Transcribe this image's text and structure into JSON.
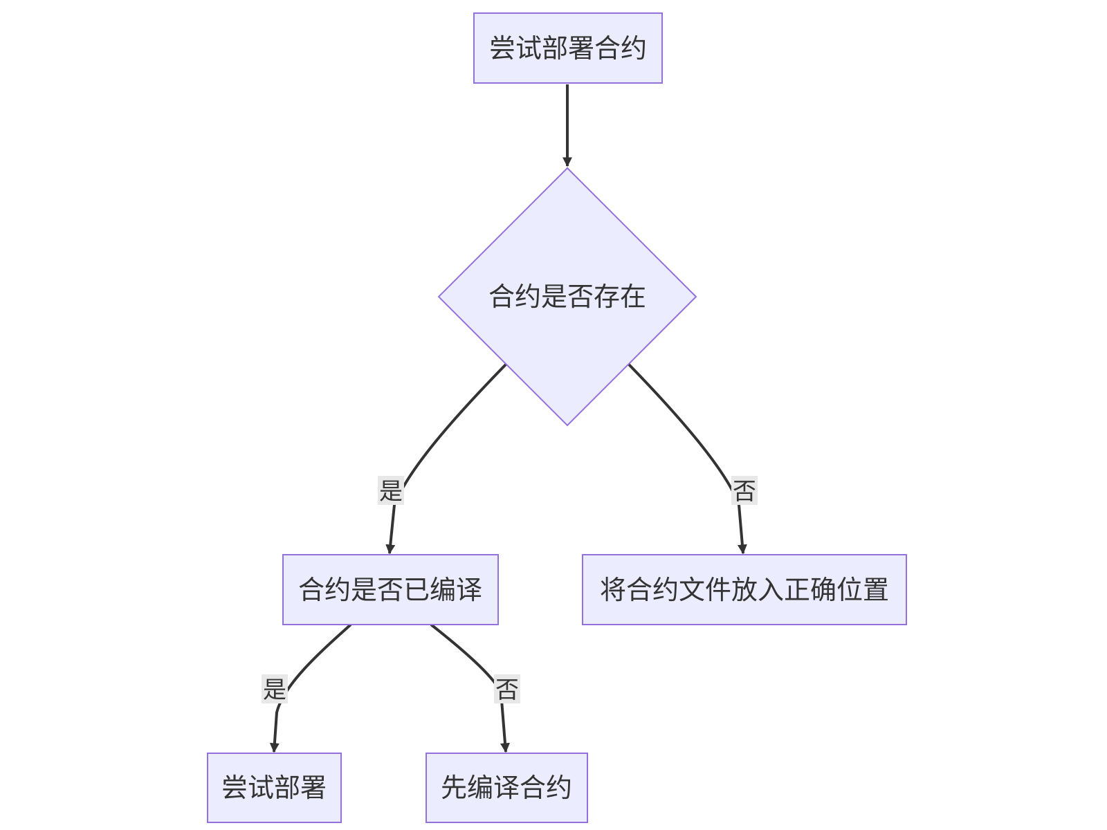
{
  "flowchart": {
    "nodes": {
      "start": {
        "label": "尝试部署合约"
      },
      "exists_check": {
        "label": "合约是否存在"
      },
      "compiled_check": {
        "label": "合约是否已编译"
      },
      "place_file": {
        "label": "将合约文件放入正确位置"
      },
      "try_deploy": {
        "label": "尝试部署"
      },
      "compile_first": {
        "label": "先编译合约"
      }
    },
    "edges": {
      "exists_yes": {
        "label": "是"
      },
      "exists_no": {
        "label": "否"
      },
      "compiled_yes": {
        "label": "是"
      },
      "compiled_no": {
        "label": "否"
      }
    },
    "colors": {
      "node_fill": "#ECECFF",
      "node_stroke": "#9370DB",
      "edge": "#333333",
      "text": "#333333",
      "edge_label_bg": "#e8e8e8"
    }
  }
}
